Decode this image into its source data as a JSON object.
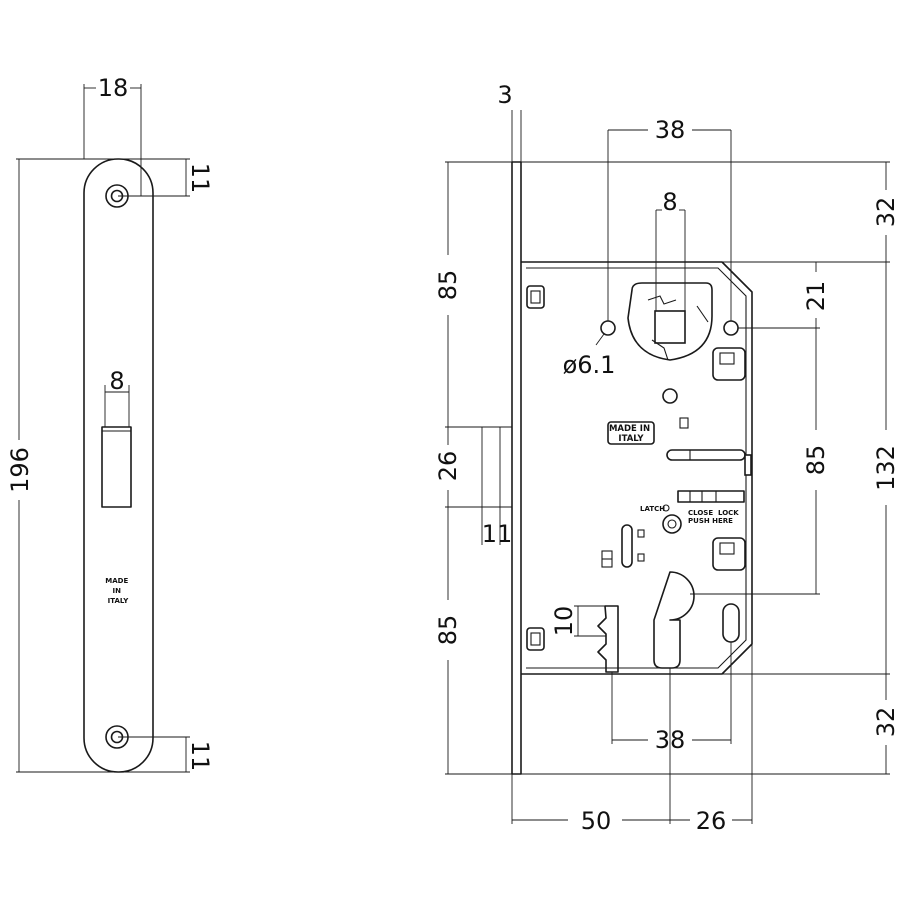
{
  "faceplate": {
    "width": "18",
    "screw_offset_top": "11",
    "screw_offset_bottom": "11",
    "total_height": "196",
    "latch_width": "8",
    "stamp_lines": [
      "MADE",
      "IN",
      "ITALY"
    ]
  },
  "lock_body": {
    "plate_thickness": "3",
    "spindle_to_screw": "38",
    "spindle_square": "8",
    "top_offset": "32",
    "upper_faceplate": "85",
    "hole_offset": "21",
    "hole_diameter": "ø6.1",
    "latch_height": "26",
    "latch_depth": "11",
    "centre_distance": "85",
    "body_height": "132",
    "lower_faceplate": "85",
    "cam_offset": "10",
    "cylinder_spacing": "38",
    "bottom_offset": "32",
    "backset": "50",
    "rear_depth": "26",
    "stamp_lines": [
      "MADE IN",
      "ITALY"
    ],
    "latch_label": "LATCH",
    "close_label": "CLOSE",
    "lock_label": "LOCK",
    "push_label": "PUSH HERE"
  }
}
